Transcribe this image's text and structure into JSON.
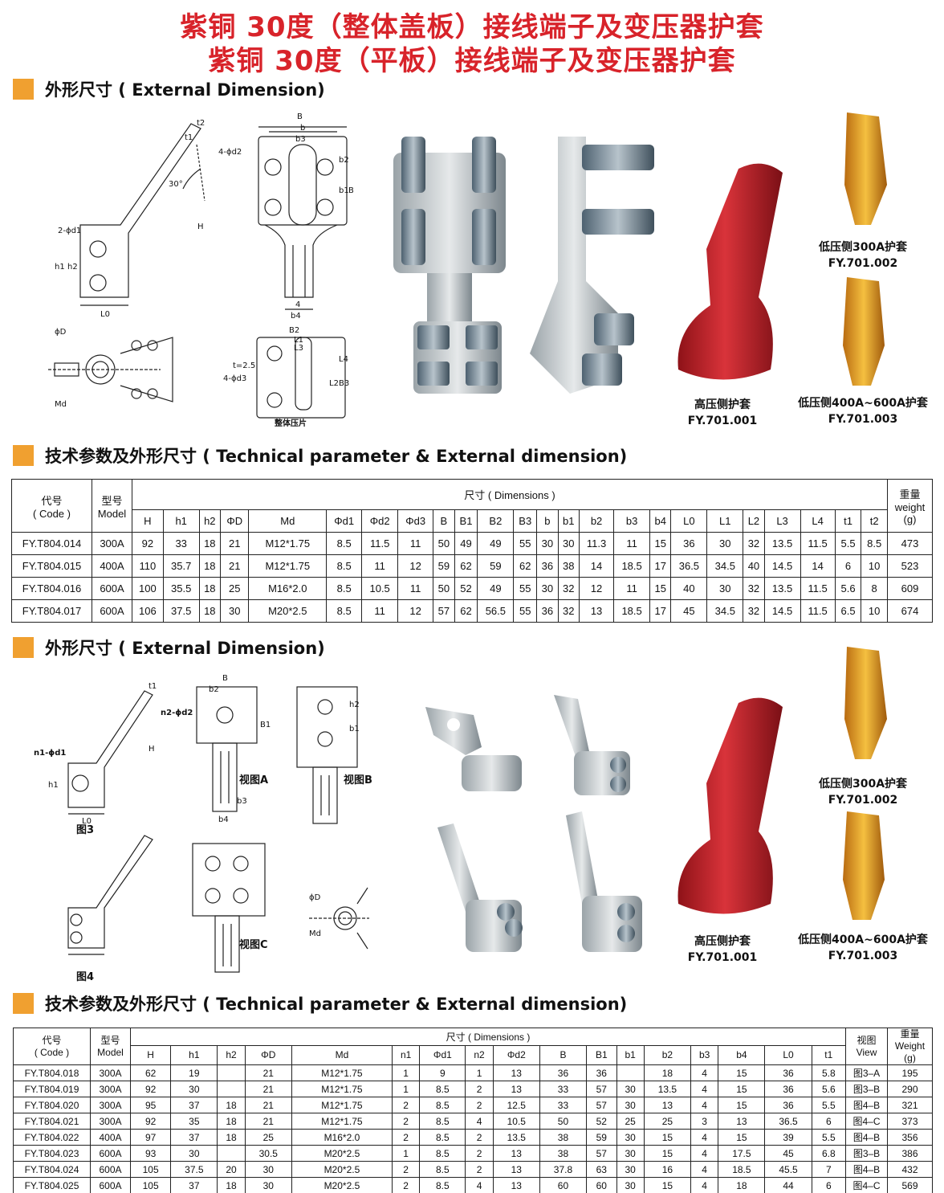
{
  "titles": {
    "line1": "紫铜 30度（整体盖板）接线端子及变压器护套",
    "line2": "紫铜 30度（平板）接线端子及变压器护套"
  },
  "sections": {
    "ext1": "外形尺寸 ( External Dimension)",
    "tech1": "技术参数及外形尺寸 ( Technical parameter & External dimension)",
    "ext2": "外形尺寸 ( External Dimension)",
    "tech2": "技术参数及外形尺寸 ( Technical parameter & External dimension)"
  },
  "colors": {
    "title": "#d8232a",
    "section_marker": "#f0a030",
    "sleeve_red": "#c8262c",
    "sleeve_yellow": "#e8a020"
  },
  "drawing1": {
    "labels": [
      "t2",
      "t1",
      "30°",
      "H",
      "2-ϕd1",
      "h1",
      "h2",
      "L0",
      "B",
      "b",
      "b3",
      "4-ϕd2",
      "b2",
      "b1",
      "B1",
      "4",
      "b4",
      "ϕD",
      "Md",
      "B2",
      "L1",
      "L3",
      "t=2.5",
      "4-ϕd3",
      "L4",
      "L2",
      "B3"
    ],
    "plate_caption": "整体压片"
  },
  "drawing2": {
    "labels": [
      "t1",
      "H",
      "n1-ϕd1",
      "h1",
      "L0",
      "B",
      "b2",
      "n2-ϕd2",
      "B1",
      "b3",
      "b4",
      "b1",
      "h2",
      "ϕD",
      "Md"
    ],
    "fig3": "图3",
    "fig4": "图4",
    "viewA": "视图A",
    "viewB": "视图B",
    "viewC": "视图C"
  },
  "sleeves1": {
    "high_name": "高压侧护套",
    "high_code": "FY.701.001",
    "low300_name": "低压侧300A护套",
    "low300_code": "FY.701.002",
    "low400_name": "低压侧400A~600A护套",
    "low400_code": "FY.701.003"
  },
  "sleeves2": {
    "high_name": "高压侧护套",
    "high_code": "FY.701.001",
    "low300_name": "低压侧300A护套",
    "low300_code": "FY.701.002",
    "low400_name": "低压侧400A~600A护套",
    "low400_code": "FY.701.003"
  },
  "table1": {
    "code_cn": "代号",
    "code_en": "( Code )",
    "model_cn": "型号",
    "model_en": "Model",
    "dims_label": "尺寸 ( Dimensions )",
    "weight_cn": "重量",
    "weight_en": "weight",
    "weight_unit": "(g)",
    "cols": [
      "H",
      "h1",
      "h2",
      "ΦD",
      "Md",
      "Φd1",
      "Φd2",
      "Φd3",
      "B",
      "B1",
      "B2",
      "B3",
      "b",
      "b1",
      "b2",
      "b3",
      "b4",
      "L0",
      "L1",
      "L2",
      "L3",
      "L4",
      "t1",
      "t2"
    ],
    "rows": [
      [
        "FY.T804.014",
        "300A",
        "92",
        "33",
        "18",
        "21",
        "M12*1.75",
        "8.5",
        "11.5",
        "11",
        "50",
        "49",
        "49",
        "55",
        "30",
        "30",
        "11.3",
        "11",
        "15",
        "36",
        "30",
        "32",
        "13.5",
        "11.5",
        "5.5",
        "8.5",
        "473"
      ],
      [
        "FY.T804.015",
        "400A",
        "110",
        "35.7",
        "18",
        "21",
        "M12*1.75",
        "8.5",
        "11",
        "12",
        "59",
        "62",
        "59",
        "62",
        "36",
        "38",
        "14",
        "18.5",
        "17",
        "36.5",
        "34.5",
        "40",
        "14.5",
        "14",
        "6",
        "10",
        "523"
      ],
      [
        "FY.T804.016",
        "600A",
        "100",
        "35.5",
        "18",
        "25",
        "M16*2.0",
        "8.5",
        "10.5",
        "11",
        "50",
        "52",
        "49",
        "55",
        "30",
        "32",
        "12",
        "11",
        "15",
        "40",
        "30",
        "32",
        "13.5",
        "11.5",
        "5.6",
        "8",
        "609"
      ],
      [
        "FY.T804.017",
        "600A",
        "106",
        "37.5",
        "18",
        "30",
        "M20*2.5",
        "8.5",
        "11",
        "12",
        "57",
        "62",
        "56.5",
        "55",
        "36",
        "32",
        "13",
        "18.5",
        "17",
        "45",
        "34.5",
        "32",
        "14.5",
        "11.5",
        "6.5",
        "10",
        "674"
      ]
    ]
  },
  "table2": {
    "code_cn": "代号",
    "code_en": "( Code )",
    "model_cn": "型号",
    "model_en": "Model",
    "dims_label": "尺寸 ( Dimensions )",
    "view_cn": "视图",
    "view_en": "View",
    "weight_cn": "重量",
    "weight_en": "Weight",
    "weight_unit": "(g)",
    "cols": [
      "H",
      "h1",
      "h2",
      "ΦD",
      "Md",
      "n1",
      "Φd1",
      "n2",
      "Φd2",
      "B",
      "B1",
      "b1",
      "b2",
      "b3",
      "b4",
      "L0",
      "t1"
    ],
    "rows": [
      [
        "FY.T804.018",
        "300A",
        "62",
        "19",
        "",
        "21",
        "M12*1.75",
        "1",
        "9",
        "1",
        "13",
        "36",
        "36",
        "",
        "18",
        "4",
        "15",
        "36",
        "5.8",
        "图3–A",
        "195"
      ],
      [
        "FY.T804.019",
        "300A",
        "92",
        "30",
        "",
        "21",
        "M12*1.75",
        "1",
        "8.5",
        "2",
        "13",
        "33",
        "57",
        "30",
        "13.5",
        "4",
        "15",
        "36",
        "5.6",
        "图3–B",
        "290"
      ],
      [
        "FY.T804.020",
        "300A",
        "95",
        "37",
        "18",
        "21",
        "M12*1.75",
        "2",
        "8.5",
        "2",
        "12.5",
        "33",
        "57",
        "30",
        "13",
        "4",
        "15",
        "36",
        "5.5",
        "图4–B",
        "321"
      ],
      [
        "FY.T804.021",
        "300A",
        "92",
        "35",
        "18",
        "21",
        "M12*1.75",
        "2",
        "8.5",
        "4",
        "10.5",
        "50",
        "52",
        "25",
        "25",
        "3",
        "13",
        "36.5",
        "6",
        "图4–C",
        "373"
      ],
      [
        "FY.T804.022",
        "400A",
        "97",
        "37",
        "18",
        "25",
        "M16*2.0",
        "2",
        "8.5",
        "2",
        "13.5",
        "38",
        "59",
        "30",
        "15",
        "4",
        "15",
        "39",
        "5.5",
        "图4–B",
        "356"
      ],
      [
        "FY.T804.023",
        "600A",
        "93",
        "30",
        "",
        "30.5",
        "M20*2.5",
        "1",
        "8.5",
        "2",
        "13",
        "38",
        "57",
        "30",
        "15",
        "4",
        "17.5",
        "45",
        "6.8",
        "图3–B",
        "386"
      ],
      [
        "FY.T804.024",
        "600A",
        "105",
        "37.5",
        "20",
        "30",
        "M20*2.5",
        "2",
        "8.5",
        "2",
        "13",
        "37.8",
        "63",
        "30",
        "16",
        "4",
        "18.5",
        "45.5",
        "7",
        "图4–B",
        "432"
      ],
      [
        "FY.T804.025",
        "600A",
        "105",
        "37",
        "18",
        "30",
        "M20*2.5",
        "2",
        "8.5",
        "4",
        "13",
        "60",
        "60",
        "30",
        "15",
        "4",
        "18",
        "44",
        "6",
        "图4–C",
        "569"
      ]
    ]
  }
}
